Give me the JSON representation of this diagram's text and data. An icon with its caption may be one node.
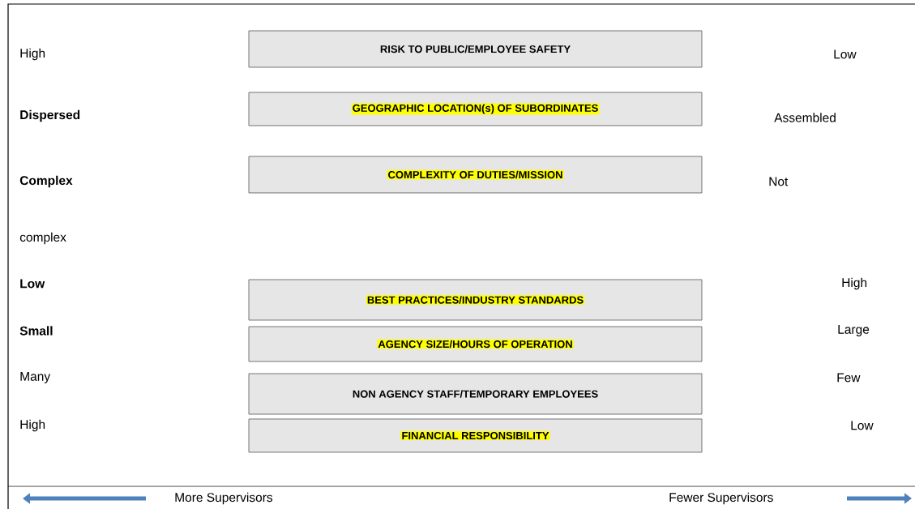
{
  "diagram": {
    "nodes": [
      {
        "text": [
          "RISK TO PUBLIC/EMPLOYEE SAFETY"
        ]
      },
      {
        "text": [
          "GEOGRAPHIC LOCATION(s) OF SUBORDINATES"
        ]
      },
      {
        "text": [
          "COMPLEXITY OF DUTIES/MISSION"
        ]
      },
      {
        "text": [
          "BEST PRACTICES/INDUSTRY STANDARDS"
        ]
      },
      {
        "text": [
          "AGENCY SIZE/HOURS OF OPERATION"
        ]
      },
      {
        "text": [
          "NON AGENCY STAFF/TEMPORARY EMPLOYEES"
        ]
      },
      {
        "text": [
          "FINANCIAL RESPONSIBILITY"
        ]
      }
    ],
    "labels": [
      "High",
      "Low",
      "Dispersed",
      "Assembled",
      "Complex",
      "Not",
      "complex",
      "Low",
      "High",
      "Small",
      "Large",
      "Many",
      "Few",
      "High",
      "Low",
      "More Supervisors",
      "Fewer Supervisors"
    ]
  }
}
